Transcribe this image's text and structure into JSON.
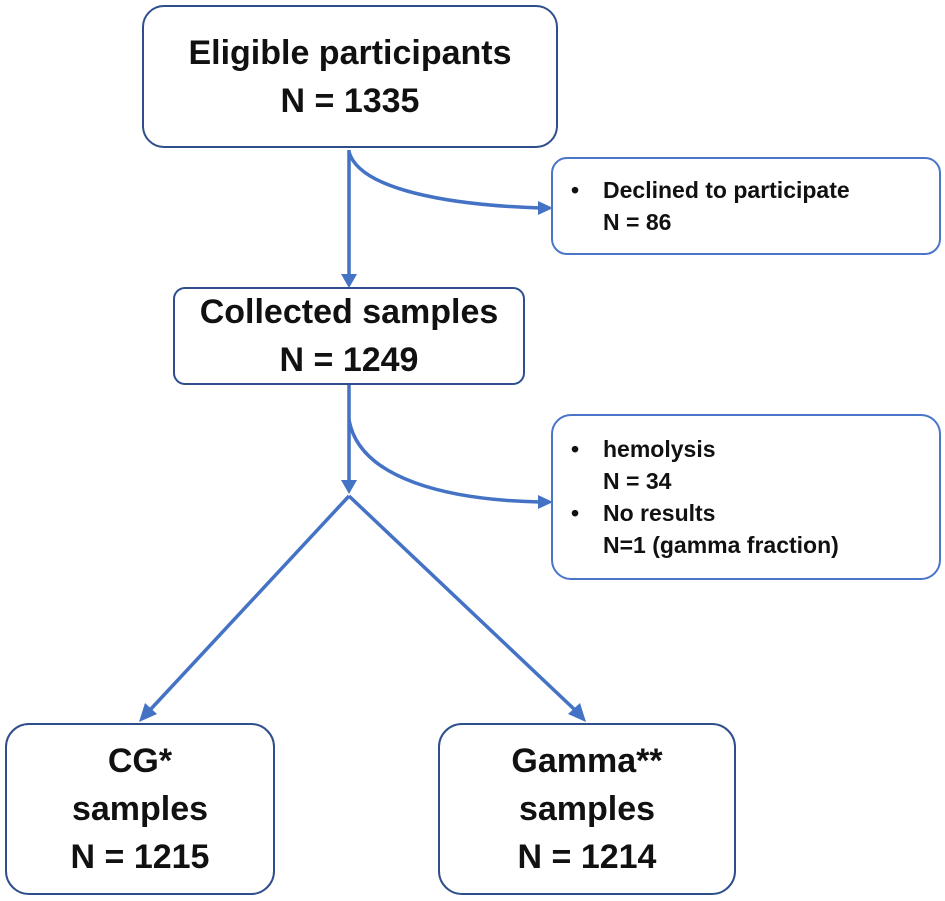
{
  "nodes": {
    "eligible": {
      "title": "Eligible participants",
      "count": "N  = 1335"
    },
    "declined": {
      "bullet": "•",
      "title": "Declined to participate",
      "count": "N  = 86"
    },
    "collected": {
      "title": "Collected samples",
      "count": "N  = 1249"
    },
    "excluded": {
      "items": [
        {
          "bullet": "•",
          "title": "hemolysis",
          "count": "N  = 34"
        },
        {
          "bullet": "•",
          "title": "No results",
          "count": "N=1 (gamma fraction)"
        }
      ]
    },
    "cg": {
      "title": "CG*",
      "subtitle": "samples",
      "count": "N  = 1215"
    },
    "gamma": {
      "title": "Gamma**",
      "subtitle": "samples",
      "count": "N  = 1214"
    }
  },
  "colors": {
    "box_border": "#2f4e8c",
    "side_box_border": "#4a76c9",
    "arrow": "#4472c4"
  }
}
